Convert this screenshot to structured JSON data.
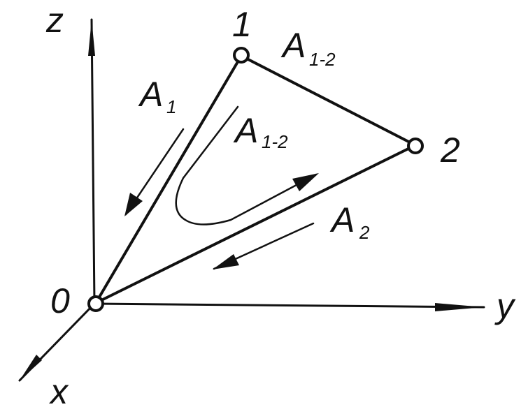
{
  "diagram": {
    "axes": {
      "x": "x",
      "y": "y",
      "z": "z"
    },
    "points": {
      "origin": "0",
      "p1": "1",
      "p2": "2"
    },
    "labels": {
      "a1": {
        "main": "A",
        "sub": "1"
      },
      "a2": {
        "main": "A",
        "sub": "2"
      },
      "a12_edge": {
        "main": "A",
        "sub": "1-2"
      },
      "a12_loop": {
        "main": "A",
        "sub": "1-2"
      }
    },
    "colors": {
      "ink": "#111111",
      "background": "#ffffff"
    }
  }
}
